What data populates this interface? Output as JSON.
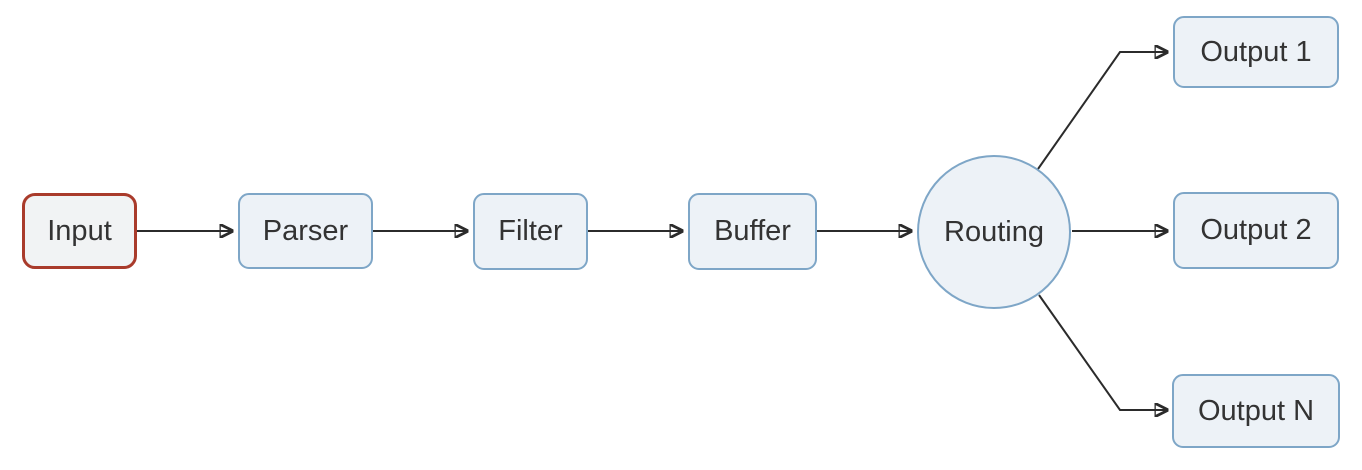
{
  "diagram": {
    "nodes": {
      "input": {
        "label": "Input",
        "shape": "rounded-rect",
        "border_color": "#a93b2b"
      },
      "parser": {
        "label": "Parser",
        "shape": "rounded-rect",
        "border_color": "#7ea6c7"
      },
      "filter": {
        "label": "Filter",
        "shape": "rounded-rect",
        "border_color": "#7ea6c7"
      },
      "buffer": {
        "label": "Buffer",
        "shape": "rounded-rect",
        "border_color": "#7ea6c7"
      },
      "routing": {
        "label": "Routing",
        "shape": "circle",
        "border_color": "#7ea6c7"
      },
      "output1": {
        "label": "Output 1",
        "shape": "rounded-rect",
        "border_color": "#7ea6c7"
      },
      "output2": {
        "label": "Output 2",
        "shape": "rounded-rect",
        "border_color": "#7ea6c7"
      },
      "outputn": {
        "label": "Output N",
        "shape": "rounded-rect",
        "border_color": "#7ea6c7"
      }
    },
    "edges": [
      {
        "from": "Input",
        "to": "Parser"
      },
      {
        "from": "Parser",
        "to": "Filter"
      },
      {
        "from": "Filter",
        "to": "Buffer"
      },
      {
        "from": "Buffer",
        "to": "Routing"
      },
      {
        "from": "Routing",
        "to": "Output 1"
      },
      {
        "from": "Routing",
        "to": "Output 2"
      },
      {
        "from": "Routing",
        "to": "Output N"
      }
    ],
    "colors": {
      "arrow": "#2b2b2b",
      "node_border": "#7ea6c7",
      "node_fill": "#edf2f7",
      "input_border": "#a93b2b",
      "input_fill": "#f1f3f4",
      "text": "#333333",
      "background": "#ffffff"
    }
  }
}
